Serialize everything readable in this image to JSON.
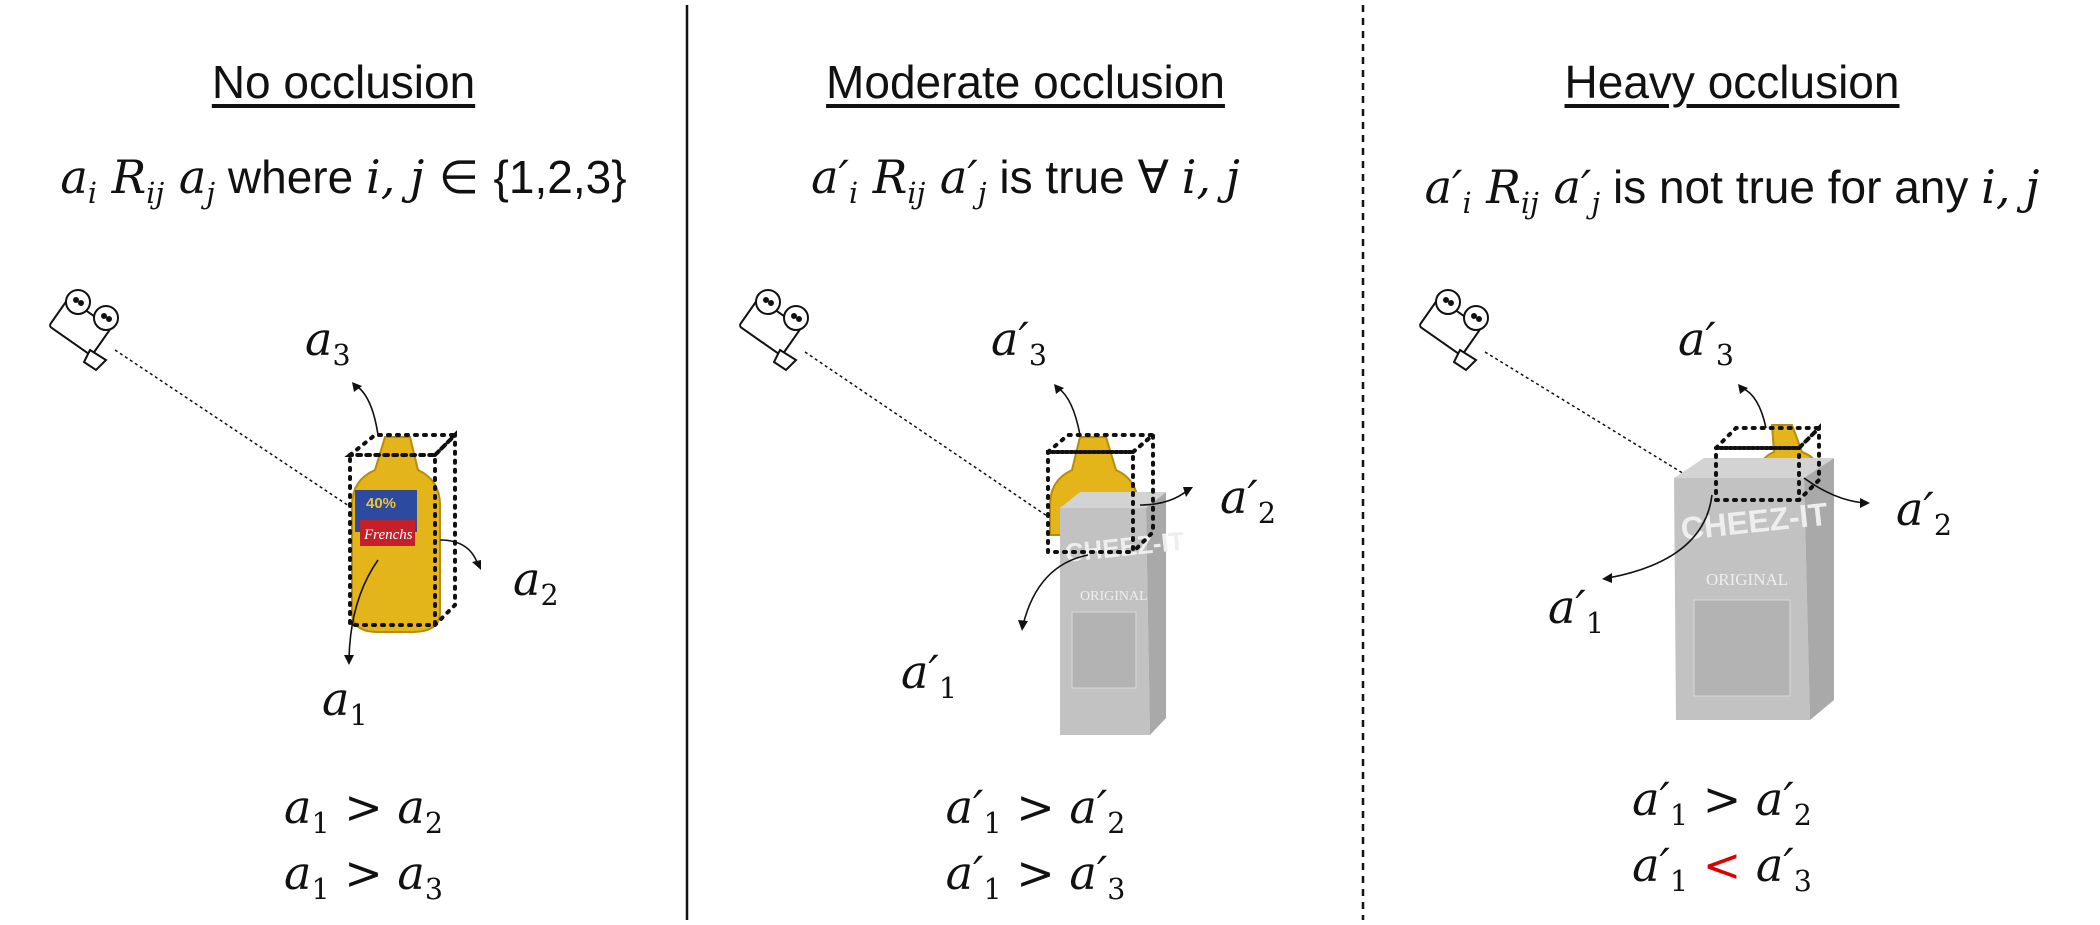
{
  "panels": [
    {
      "title": "No occlusion",
      "formula": {
        "lhs": "a",
        "lhs_sub": "i",
        "rel": "R",
        "rel_sub": "ij",
        "rhs": "a",
        "rhs_sub": "j",
        "text": " where ",
        "vars": "i, j",
        "set_symbol": "∈",
        "set": "{1,2,3}"
      },
      "axes": {
        "a1": "a",
        "a1_sub": "1",
        "a2": "a",
        "a2_sub": "2",
        "a3": "a",
        "a3_sub": "3"
      },
      "relations": [
        {
          "left": "a",
          "left_sub": "1",
          "op": ">",
          "right": "a",
          "right_sub": "2"
        },
        {
          "left": "a",
          "left_sub": "1",
          "op": ">",
          "right": "a",
          "right_sub": "3"
        }
      ]
    },
    {
      "title": "Moderate occlusion",
      "formula": {
        "lhs": "a′",
        "lhs_sub": "i",
        "rel": "R",
        "rel_sub": "ij",
        "rhs": "a′",
        "rhs_sub": "j",
        "text": " is true ∀ ",
        "vars": "i, j"
      },
      "axes": {
        "a1": "a′",
        "a1_sub": "1",
        "a2": "a′",
        "a2_sub": "2",
        "a3": "a′",
        "a3_sub": "3"
      },
      "relations": [
        {
          "left": "a′",
          "left_sub": "1",
          "op": ">",
          "right": "a′",
          "right_sub": "2"
        },
        {
          "left": "a′",
          "left_sub": "1",
          "op": ">",
          "right": "a′",
          "right_sub": "3"
        }
      ]
    },
    {
      "title": "Heavy occlusion",
      "formula": {
        "lhs": "a′",
        "lhs_sub": "i",
        "rel": "R",
        "rel_sub": "ij",
        "rhs": "a′",
        "rhs_sub": "j",
        "text": " is not true for any ",
        "vars": "i, j"
      },
      "axes": {
        "a1": "a′",
        "a1_sub": "1",
        "a2": "a′",
        "a2_sub": "2",
        "a3": "a′",
        "a3_sub": "3"
      },
      "relations": [
        {
          "left": "a′",
          "left_sub": "1",
          "op": ">",
          "right": "a′",
          "right_sub": "2"
        },
        {
          "left": "a′",
          "left_sub": "1",
          "op": "<",
          "right": "a′",
          "right_sub": "3",
          "op_color": "#dd0000"
        }
      ]
    }
  ],
  "box_text": {
    "brand": "CHEEZ-IT",
    "variety": "ORIGINAL"
  },
  "bottle_label": {
    "top": "40%",
    "brand": "Frenchs"
  },
  "colors": {
    "mustard": "#e3b51a",
    "mustard_dark": "#b88b0a",
    "box_gray": "#b9b9b9",
    "highlight": "#dd0000"
  }
}
